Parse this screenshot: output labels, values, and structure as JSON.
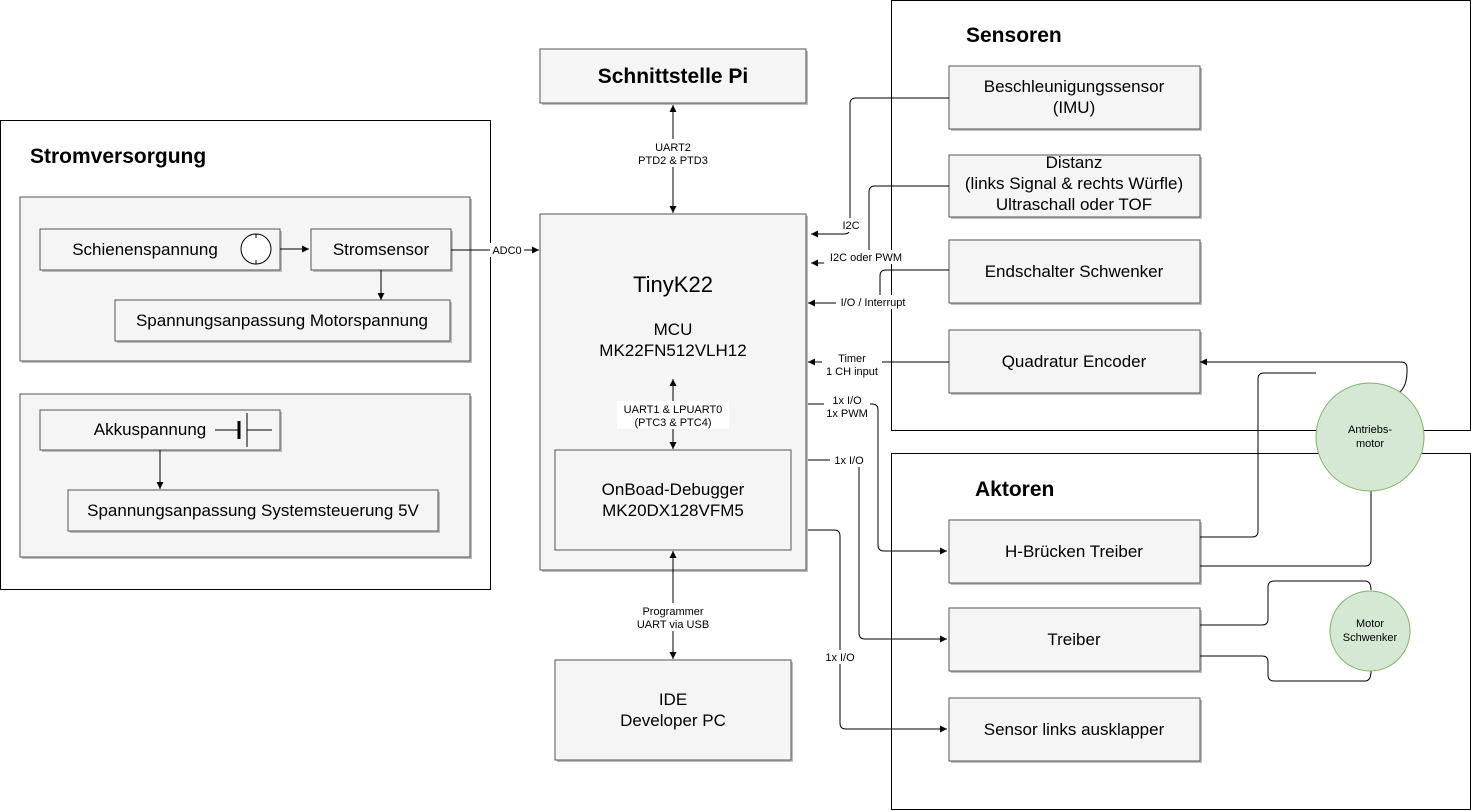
{
  "stromversorgung": {
    "title": "Stromversorgung",
    "schienenspannung": "Schienenspannung",
    "stromsensor": "Stromsensor",
    "motorspannung": "Spannungsanpassung Motorspannung",
    "akkuspannung": "Akkuspannung",
    "systemsteuerung": "Spannungsanpassung Systemsteuerung 5V"
  },
  "schnittstelle": {
    "title": "Schnittstelle Pi"
  },
  "mcu": {
    "name": "TinyK22",
    "line1": "MCU",
    "line2": "MK22FN512VLH12",
    "debugger_line1": "OnBoad-Debugger",
    "debugger_line2": "MK20DX128VFM5"
  },
  "ide": {
    "line1": "IDE",
    "line2": "Developer PC"
  },
  "sensoren": {
    "title": "Sensoren",
    "imu_line1": "Beschleunigungssensor",
    "imu_line2": "(IMU)",
    "distanz_line1": "Distanz",
    "distanz_line2": "(links Signal & rechts Würfle)",
    "distanz_line3": "Ultraschall oder TOF",
    "endschalter": "Endschalter Schwenker",
    "encoder": "Quadratur Encoder"
  },
  "aktoren": {
    "title": "Aktoren",
    "hbruecke": "H-Brücken Treiber",
    "treiber": "Treiber",
    "ausklapper": "Sensor links ausklapper"
  },
  "motors": {
    "antrieb_line1": "Antriebs-",
    "antrieb_line2": "motor",
    "schwenker_line1": "Motor",
    "schwenker_line2": "Schwenker",
    "color_fill": "#d5e8d4",
    "color_stroke": "#82b366"
  },
  "connections": {
    "adc0": "ADC0",
    "uart2_line1": "UART2",
    "uart2_line2": "PTD2 & PTD3",
    "uart1_line1": "UART1 & LPUART0",
    "uart1_line2": "(PTC3 & PTC4)",
    "i2c": "I2C",
    "i2c_pwm": "I2C oder PWM",
    "io_interrupt": "I/O / Interrupt",
    "timer_line1": "Timer",
    "timer_line2": "1 CH input",
    "io_pwm_line1": "1x I/O",
    "io_pwm_line2": "1x PWM",
    "io_single": "1x I/O",
    "io_ausklapper": "1x I/O",
    "programmer_line1": "Programmer",
    "programmer_line2": "UART via USB"
  },
  "icons": {
    "ac_source": "ac-source-icon",
    "battery": "battery-icon"
  }
}
